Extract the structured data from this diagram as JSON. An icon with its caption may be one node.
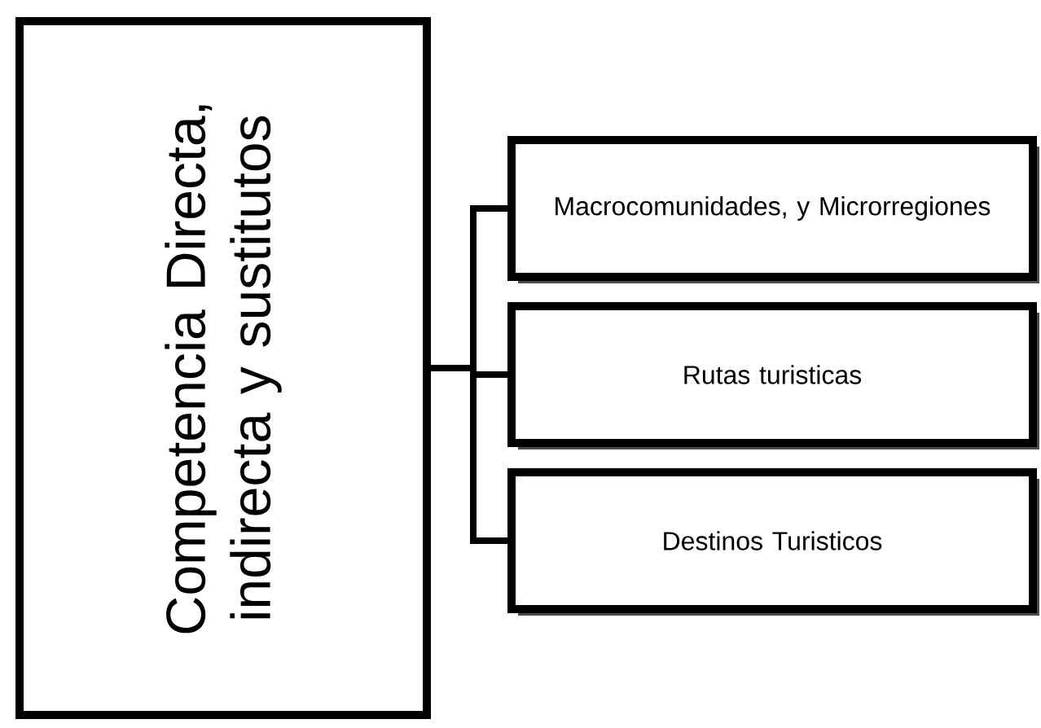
{
  "diagram": {
    "nodes": [
      {
        "text": [
          "Competencia Directa, indirecta y sustitutos"
        ]
      },
      {
        "text": [
          "Macrocomunidades, y Microrregiones"
        ]
      },
      {
        "text": [
          "Rutas turisticas"
        ]
      },
      {
        "text": [
          "Destinos Turisticos"
        ]
      }
    ],
    "edges": [
      {
        "from": 0,
        "to": 1,
        "arrow": "none"
      },
      {
        "from": 0,
        "to": 2,
        "arrow": "none"
      },
      {
        "from": 0,
        "to": 3,
        "arrow": "none"
      }
    ]
  }
}
